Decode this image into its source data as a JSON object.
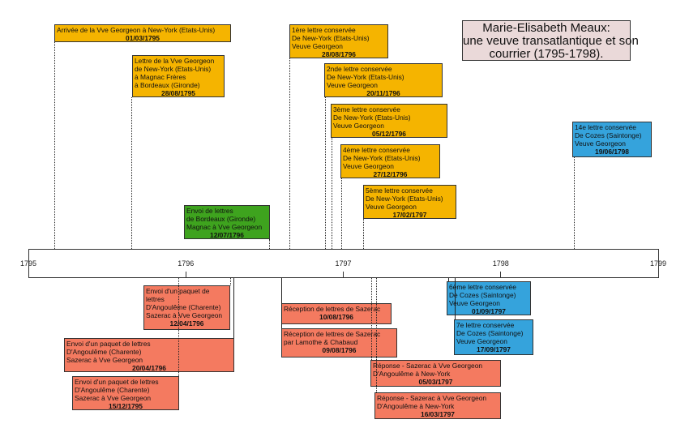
{
  "title": {
    "lines": [
      "Marie-Elisabeth Meaux:",
      "une veuve transatlantique et son",
      "courrier (1795-1798)."
    ]
  },
  "colors": {
    "yellow": "#f5b400",
    "green": "#3ea31e",
    "blue": "#35a3dc",
    "salmon": "#f47a60",
    "title_bg": "#ead9d9"
  },
  "axis": {
    "labels": [
      "1795",
      "1796",
      "1797",
      "1798",
      "1799"
    ]
  },
  "events": [
    {
      "id": "arrivee",
      "color": "yellow",
      "side": "above",
      "date": "01/03/1795",
      "lines": [
        "Arrivée de la Vve Georgeon à New-York (Etats-Unis)"
      ]
    },
    {
      "id": "lettre-magnac",
      "color": "yellow",
      "side": "above",
      "date": "28/08/1795",
      "lines": [
        "Lettre de la Vve Georgeon",
        "de New-York (Etats-Unis)",
        "à Magnac Frères",
        "à Bordeaux (Gironde)"
      ]
    },
    {
      "id": "envoi-bordeaux",
      "color": "green",
      "side": "above",
      "date": "12/07/1796",
      "lines": [
        "Envoi de lettres",
        "de Bordeaux (Gironde)",
        "Magnac à Vve Georgeon"
      ]
    },
    {
      "id": "lettre-1",
      "color": "yellow",
      "side": "above",
      "date": "28/08/1796",
      "lines": [
        "1ère lettre conservée",
        "De New-York (Etats-Unis)",
        "Veuve Georgeon"
      ]
    },
    {
      "id": "lettre-2",
      "color": "yellow",
      "side": "above",
      "date": "20/11/1796",
      "lines": [
        "2nde lettre conservée",
        "De New-York (Etats-Unis)",
        "Veuve Georgeon"
      ]
    },
    {
      "id": "lettre-3",
      "color": "yellow",
      "side": "above",
      "date": "05/12/1796",
      "lines": [
        "3ème lettre conservée",
        "De New-York (Etats-Unis)",
        "Veuve Georgeon"
      ]
    },
    {
      "id": "lettre-4",
      "color": "yellow",
      "side": "above",
      "date": "27/12/1796",
      "lines": [
        "4ème lettre conservée",
        "De New-York (Etats-Unis)",
        "Veuve Georgeon"
      ]
    },
    {
      "id": "lettre-5",
      "color": "yellow",
      "side": "above",
      "date": "17/02/1797",
      "lines": [
        "5ème lettre conservée",
        "De New-York (Etats-Unis)",
        "Veuve Georgeon"
      ]
    },
    {
      "id": "lettre-14",
      "color": "blue",
      "side": "above",
      "date": "19/06/1798",
      "lines": [
        "14e lettre conservée",
        "De Cozes (Saintonge)",
        "Veuve Georgeon"
      ]
    },
    {
      "id": "envoi-12-04",
      "color": "salmon",
      "side": "below",
      "date": "12/04/1796",
      "lines": [
        "Envoi d'un paquet de",
        "lettres",
        "D'Angoulême (Charente)",
        "Sazerac à Vve Georgeon"
      ]
    },
    {
      "id": "envoi-20-04",
      "color": "salmon",
      "side": "below",
      "date": "20/04/1796",
      "lines": [
        "Envoi d'un paquet de lettres",
        "D'Angoulême (Charente)",
        "Sazerac à Vve Georgeon"
      ]
    },
    {
      "id": "envoi-15-12",
      "color": "salmon",
      "side": "below",
      "date": "15/12/1795",
      "lines": [
        "Envoi d'un paquet de lettres",
        "D'Angoulême (Charente)",
        "Sazerac à Vve Georgeon"
      ]
    },
    {
      "id": "reception-10-08",
      "color": "salmon",
      "side": "below",
      "date": "10/08/1796",
      "lines": [
        "Réception de lettres de Sazerac"
      ]
    },
    {
      "id": "reception-09-08",
      "color": "salmon",
      "side": "below",
      "date": "09/08/1796",
      "lines": [
        "Réception de lettres de Sazerac",
        "par Lamothe & Chabaud"
      ]
    },
    {
      "id": "reponse-05-03",
      "color": "salmon",
      "side": "below",
      "date": "05/03/1797",
      "lines": [
        "Réponse - Sazerac à Vve Georgeon",
        "D'Angoulême à New-York"
      ]
    },
    {
      "id": "reponse-16-03",
      "color": "salmon",
      "side": "below",
      "date": "16/03/1797",
      "lines": [
        "Réponse - Sazerac à Vve Georgeon",
        "D'Angoulême à New-York"
      ]
    },
    {
      "id": "lettre-6",
      "color": "blue",
      "side": "below",
      "date": "01/09/1797",
      "lines": [
        "6ème lettre conservée",
        "De Cozes (Saintonge)",
        "Veuve Georgeon"
      ]
    },
    {
      "id": "lettre-7",
      "color": "blue",
      "side": "below",
      "date": "17/09/1797",
      "lines": [
        "7e lettre conservée",
        "De Cozes (Saintonge)",
        "Veuve Georgeon"
      ]
    }
  ]
}
